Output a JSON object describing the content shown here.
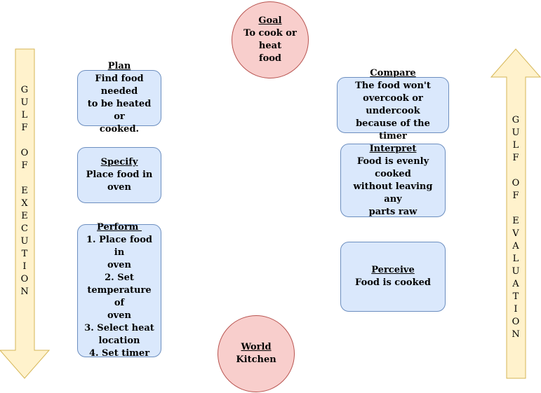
{
  "colors": {
    "arrow_fill": "#fff2cc",
    "arrow_stroke": "#d6b656",
    "circle_fill": "#f8cecc",
    "circle_stroke": "#b85450",
    "box_fill": "#dae8fc",
    "box_stroke": "#6c8ebf"
  },
  "goal": {
    "title": "Goal",
    "lines": [
      "To cook or heat",
      "food"
    ]
  },
  "world": {
    "title": "World",
    "lines": [
      "Kitchen"
    ]
  },
  "plan": {
    "title": "Plan",
    "lines": [
      "Find food needed",
      "to be heated or",
      "cooked."
    ]
  },
  "specify": {
    "title": "Specify",
    "lines": [
      "Place food in",
      "oven"
    ]
  },
  "perform": {
    "title": "Perform ",
    "lines": [
      "1. Place food in",
      "oven",
      "2. Set",
      "temperature of",
      "oven",
      "3. Select heat",
      "location",
      "4. Set timer"
    ]
  },
  "compare": {
    "title": "Compare",
    "lines": [
      "The food won't",
      "overcook or undercook",
      "because of the timer"
    ]
  },
  "interpret": {
    "title": "Interpret",
    "lines": [
      "Food is evenly cooked",
      "without leaving any",
      "parts raw"
    ]
  },
  "perceive": {
    "title": "Perceive",
    "lines": [
      "Food is cooked"
    ]
  },
  "gulf_execution": {
    "text": "GULF OF EXECUTION"
  },
  "gulf_evaluation": {
    "text": "GULF OF EVALUATION"
  }
}
